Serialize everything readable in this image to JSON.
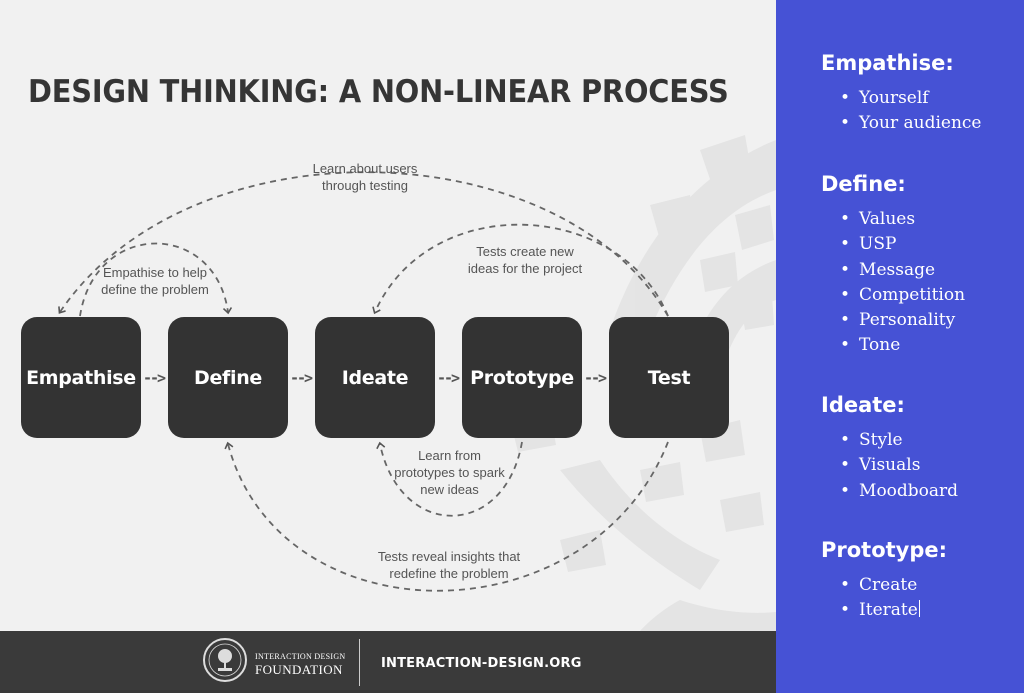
{
  "diagram": {
    "title": "DESIGN THINKING: A NON-LINEAR PROCESS",
    "stages": [
      "Empathise",
      "Define",
      "Ideate",
      "Prototype",
      "Test"
    ],
    "arrow_glyph": "-->",
    "notes": {
      "learn_users": [
        "Learn about users",
        "through testing"
      ],
      "empathise_help": [
        "Empathise to help",
        "define the problem"
      ],
      "tests_create": [
        "Tests create new",
        "ideas for the project"
      ],
      "learn_prototypes": [
        "Learn from",
        "prototypes to spark",
        "new ideas"
      ],
      "tests_reveal": [
        "Tests reveal insights that",
        "redefine the problem"
      ]
    }
  },
  "footer": {
    "logo_line1": "INTERACTION DESIGN",
    "logo_line2": "FOUNDATION",
    "url": "INTERACTION-DESIGN.ORG"
  },
  "side_panel": {
    "sections": [
      {
        "heading": "Empathise:",
        "items": [
          "Yourself",
          "Your audience"
        ]
      },
      {
        "heading": "Define:",
        "items": [
          "Values",
          "USP",
          "Message",
          "Competition",
          "Personality",
          "Tone"
        ]
      },
      {
        "heading": "Ideate:",
        "items": [
          "Style",
          "Visuals",
          "Moodboard"
        ]
      },
      {
        "heading": "Prototype:",
        "items": [
          "Create",
          "Iterate"
        ]
      }
    ],
    "bullet": "•"
  },
  "colors": {
    "panel_bg": "#4652d5",
    "diagram_bg": "#f1f1f1",
    "stage_box": "#333333",
    "footer_bg": "#3a3a3a"
  }
}
